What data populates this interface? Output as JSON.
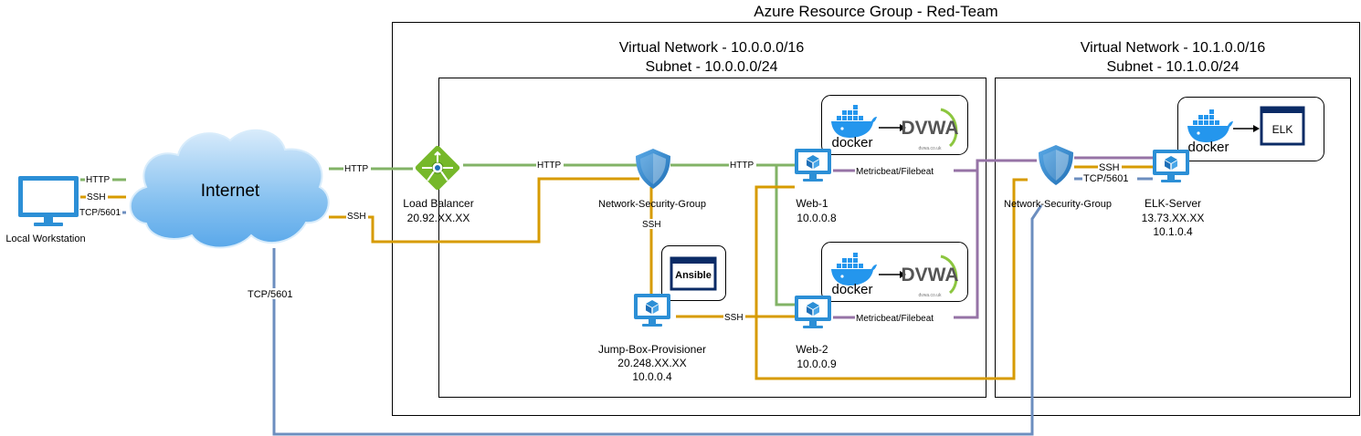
{
  "group_title": "Azure Resource Group - Red-Team",
  "vnet1": {
    "title": "Virtual Network - 10.0.0.0/16",
    "subnet": "Subnet - 10.0.0.0/24"
  },
  "vnet2": {
    "title": "Virtual Network - 10.1.0.0/16",
    "subnet": "Subnet - 10.1.0.0/24"
  },
  "internet_label": "Internet",
  "workstation": {
    "name": "Local Workstation"
  },
  "load_balancer": {
    "name": "Load Balancer",
    "ip": "20.92.XX.XX"
  },
  "nsg1": {
    "name": "Network-Security-Group"
  },
  "nsg2": {
    "name": "Network-Security-Group"
  },
  "web1": {
    "name": "Web-1",
    "ip": "10.0.0.8"
  },
  "web2": {
    "name": "Web-2",
    "ip": "10.0.0.9"
  },
  "jumpbox": {
    "name": "Jump-Box-Provisioner",
    "public_ip": "20.248.XX.XX",
    "private_ip": "10.0.0.4"
  },
  "elk_server": {
    "name": "ELK-Server",
    "public_ip": "13.73.XX.XX",
    "private_ip": "10.1.0.4"
  },
  "ansible_label": "Ansible",
  "elk_label": "ELK",
  "docker_label": "docker",
  "dvwa_label": "DVWA",
  "dvwa_sub": "dvwa.co.uk",
  "edge_labels": {
    "http": "HTTP",
    "ssh": "SSH",
    "tcp": "TCP/5601",
    "beats": "Metricbeat/Filebeat"
  },
  "colors": {
    "http": "#82b366",
    "ssh": "#d79b00",
    "beats": "#9673a6",
    "tcp": "#6c8ebf",
    "azure": "#2c8fd6",
    "lb": "#76b82a"
  }
}
